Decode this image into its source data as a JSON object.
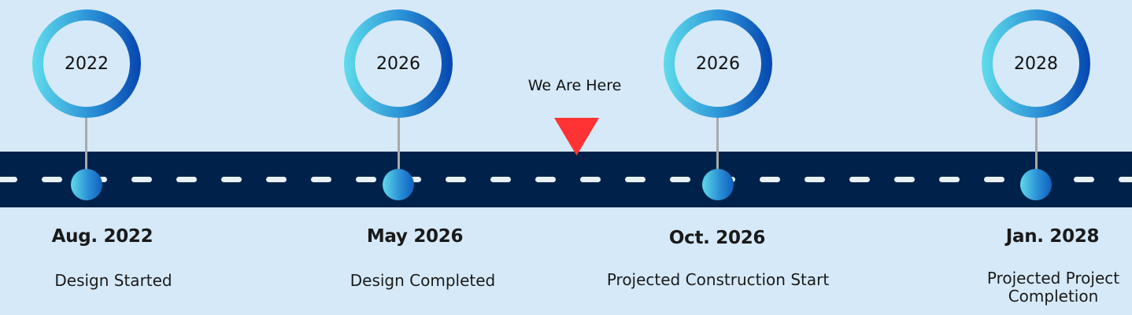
{
  "milestones": [
    {
      "year": "2022",
      "date": "Aug. 2022",
      "description": "Design Started"
    },
    {
      "year": "2026",
      "date": "May 2026",
      "description": "Design Completed"
    },
    {
      "year": "2026",
      "date": "Oct. 2026",
      "description": "Projected Construction Start"
    },
    {
      "year": "2028",
      "date": "Jan. 2028",
      "description": "Projected Project Completion"
    }
  ],
  "current_marker": {
    "label": "We Are Here"
  },
  "colors": {
    "background": "#d6e9f8",
    "road": "#00224a",
    "dash": "#e8f1fa",
    "marker": "#ff3333",
    "ring_start": "#5fdceb",
    "ring_end": "#0646b0"
  }
}
